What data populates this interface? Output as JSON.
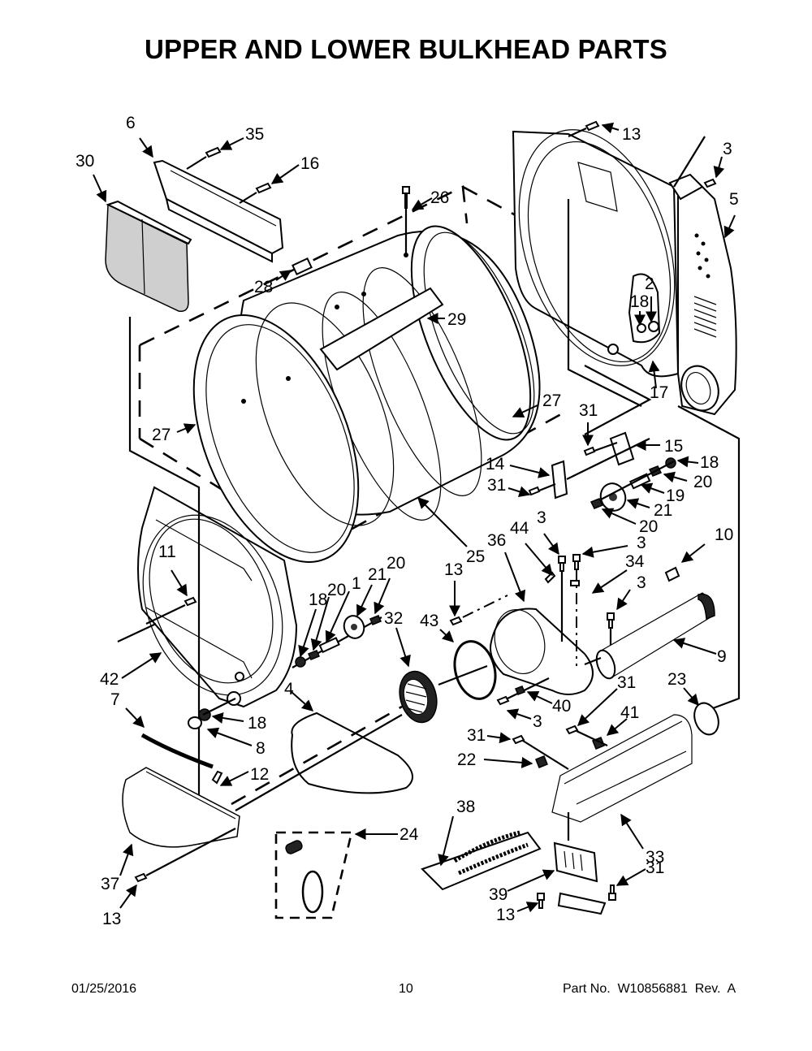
{
  "page": {
    "title": "UPPER AND LOWER BULKHEAD PARTS",
    "footer": {
      "date": "01/25/2016",
      "page_number": "10",
      "part_number": "Part No.  W10856881  Rev.  A"
    }
  },
  "diagram": {
    "callouts": [
      {
        "id": "c6",
        "label": "6"
      },
      {
        "id": "c35",
        "label": "35"
      },
      {
        "id": "c30",
        "label": "30"
      },
      {
        "id": "c16",
        "label": "16"
      },
      {
        "id": "c26",
        "label": "26"
      },
      {
        "id": "c28",
        "label": "28"
      },
      {
        "id": "c29",
        "label": "29"
      },
      {
        "id": "c27a",
        "label": "27"
      },
      {
        "id": "c27b",
        "label": "27"
      },
      {
        "id": "c13a",
        "label": "13"
      },
      {
        "id": "c3a",
        "label": "3"
      },
      {
        "id": "c5",
        "label": "5"
      },
      {
        "id": "c2",
        "label": "2"
      },
      {
        "id": "c18a",
        "label": "18"
      },
      {
        "id": "c17",
        "label": "17"
      },
      {
        "id": "c31a",
        "label": "31"
      },
      {
        "id": "c15",
        "label": "15"
      },
      {
        "id": "c14",
        "label": "14"
      },
      {
        "id": "c18b",
        "label": "18"
      },
      {
        "id": "c31b",
        "label": "31"
      },
      {
        "id": "c20a",
        "label": "20"
      },
      {
        "id": "c19",
        "label": "19"
      },
      {
        "id": "c21a",
        "label": "21"
      },
      {
        "id": "c20b",
        "label": "20"
      },
      {
        "id": "c25",
        "label": "25"
      },
      {
        "id": "c3b",
        "label": "3"
      },
      {
        "id": "c36",
        "label": "36"
      },
      {
        "id": "c44",
        "label": "44"
      },
      {
        "id": "c3c",
        "label": "3"
      },
      {
        "id": "c10",
        "label": "10"
      },
      {
        "id": "c34",
        "label": "34"
      },
      {
        "id": "c3d",
        "label": "3"
      },
      {
        "id": "c11",
        "label": "11"
      },
      {
        "id": "c18c",
        "label": "18"
      },
      {
        "id": "c20c",
        "label": "20"
      },
      {
        "id": "c1",
        "label": "1"
      },
      {
        "id": "c21b",
        "label": "21"
      },
      {
        "id": "c20d",
        "label": "20"
      },
      {
        "id": "c13b",
        "label": "13"
      },
      {
        "id": "c43",
        "label": "43"
      },
      {
        "id": "c32",
        "label": "32"
      },
      {
        "id": "c9",
        "label": "9"
      },
      {
        "id": "c42",
        "label": "42"
      },
      {
        "id": "c7",
        "label": "7"
      },
      {
        "id": "c4",
        "label": "4"
      },
      {
        "id": "c40",
        "label": "40"
      },
      {
        "id": "c3e",
        "label": "3"
      },
      {
        "id": "c31c",
        "label": "31"
      },
      {
        "id": "c23",
        "label": "23"
      },
      {
        "id": "c18d",
        "label": "18"
      },
      {
        "id": "c41",
        "label": "41"
      },
      {
        "id": "c8",
        "label": "8"
      },
      {
        "id": "c31d",
        "label": "31"
      },
      {
        "id": "c22",
        "label": "22"
      },
      {
        "id": "c12",
        "label": "12"
      },
      {
        "id": "c38",
        "label": "38"
      },
      {
        "id": "c24",
        "label": "24"
      },
      {
        "id": "c33",
        "label": "33"
      },
      {
        "id": "c37",
        "label": "37"
      },
      {
        "id": "c31e",
        "label": "31"
      },
      {
        "id": "c39",
        "label": "39"
      },
      {
        "id": "c13c",
        "label": "13"
      },
      {
        "id": "c13d",
        "label": "13"
      }
    ]
  }
}
